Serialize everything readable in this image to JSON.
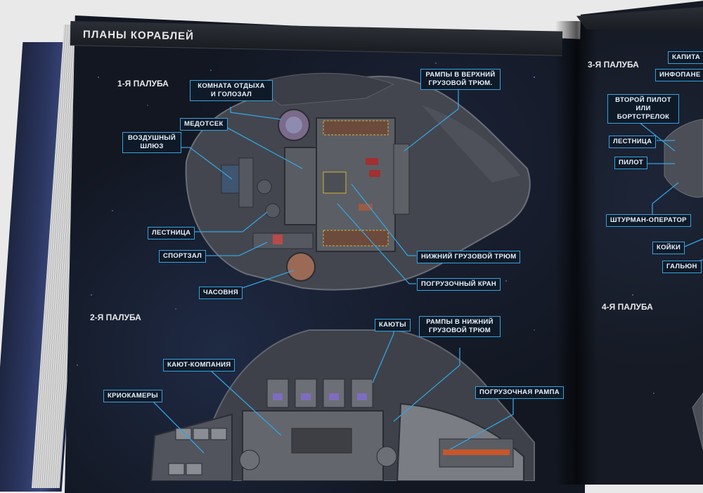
{
  "header": {
    "title": "ПЛАНЫ КОРАБЛЕЙ"
  },
  "decks": {
    "deck1": "1-Я ПАЛУБА",
    "deck2": "2-Я ПАЛУБА",
    "deck3": "3-Я ПАЛУБА",
    "deck4": "4-Я ПАЛУБА"
  },
  "deck1_callouts": {
    "lounge_line1": "КОМНАТА ОТДЫХА",
    "lounge_line2": "И ГОЛОЗАЛ",
    "medbay": "МЕДОТСЕК",
    "airlock_line1": "ВОЗДУШНЫЙ",
    "airlock_line2": "ШЛЮЗ",
    "stairs": "ЛЕСТНИЦА",
    "gym": "СПОРТЗАЛ",
    "chapel": "ЧАСОВНЯ",
    "ramps_upper_line1": "РАМПЫ В ВЕРХНИЙ",
    "ramps_upper_line2": "ГРУЗОВОЙ ТРЮМ.",
    "lower_hold": "НИЖНИЙ ГРУЗОВОЙ ТРЮМ",
    "crane": "ПОГРУЗОЧНЫЙ КРАН"
  },
  "deck2_callouts": {
    "cabins": "КАЮТЫ",
    "ramps_lower_line1": "РАМПЫ В НИЖНИЙ",
    "ramps_lower_line2": "ГРУЗОВОЙ ТРЮМ",
    "wardroom": "КАЮТ-КОМПАНИЯ",
    "cryo": "КРИОКАМЕРЫ",
    "loading_ramp": "ПОГРУЗОЧНАЯ РАМПА"
  },
  "deck3_callouts": {
    "captain": "КАПИТА",
    "infopanel": "ИНФОПАНЕ",
    "copilot_line1": "ВТОРОЙ ПИЛОТ",
    "copilot_line2": "ИЛИ БОРТСТРЕЛОК",
    "stairs": "ЛЕСТНИЦА",
    "pilot": "ПИЛОТ",
    "navigator": "ШТУРМАН-ОПЕРАТОР",
    "bunks": "КОЙКИ",
    "head": "ГАЛЬЮН"
  },
  "colors": {
    "accent": "#35a3e0",
    "page_bg": "#121722",
    "hull": "#4a4d55"
  }
}
